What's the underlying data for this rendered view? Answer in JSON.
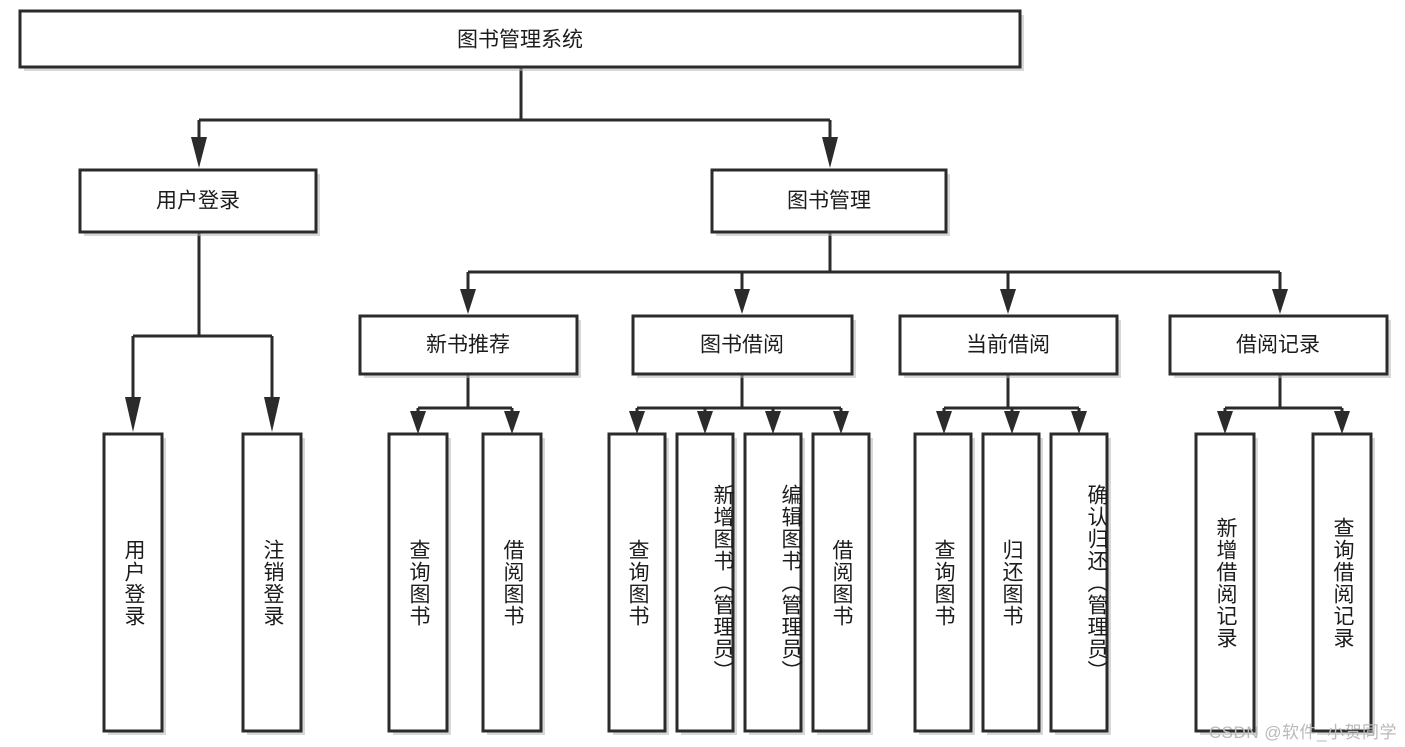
{
  "diagram": {
    "type": "tree",
    "title": "图书管理系统",
    "watermark": "CSDN @软件_小贺同学",
    "colors": {
      "stroke": "#2b2b2b",
      "fill": "#ffffff",
      "text": "#1c1c1c",
      "watermark": "#b9b9b9",
      "background": "#ffffff"
    },
    "levels": {
      "root": {
        "label": "图书管理系统"
      },
      "level2": [
        {
          "label": "用户登录"
        },
        {
          "label": "图书管理"
        }
      ],
      "level3": [
        {
          "label": "新书推荐"
        },
        {
          "label": "图书借阅"
        },
        {
          "label": "当前借阅"
        },
        {
          "label": "借阅记录"
        }
      ],
      "leaves": {
        "user_login": [
          {
            "label": "用户登录"
          },
          {
            "label": "注销登录"
          }
        ],
        "new_book_recommend": [
          {
            "label": "查询图书"
          },
          {
            "label": "借阅图书"
          }
        ],
        "book_borrow": [
          {
            "label": "查询图书"
          },
          {
            "label": "新增图书（管理员）"
          },
          {
            "label": "编辑图书（管理员）"
          },
          {
            "label": "借阅图书"
          }
        ],
        "current_borrow": [
          {
            "label": "查询图书"
          },
          {
            "label": "归还图书"
          },
          {
            "label": "确认归还（管理员）"
          }
        ],
        "borrow_record": [
          {
            "label": "新增借阅记录"
          },
          {
            "label": "查询借阅记录"
          }
        ]
      }
    }
  }
}
